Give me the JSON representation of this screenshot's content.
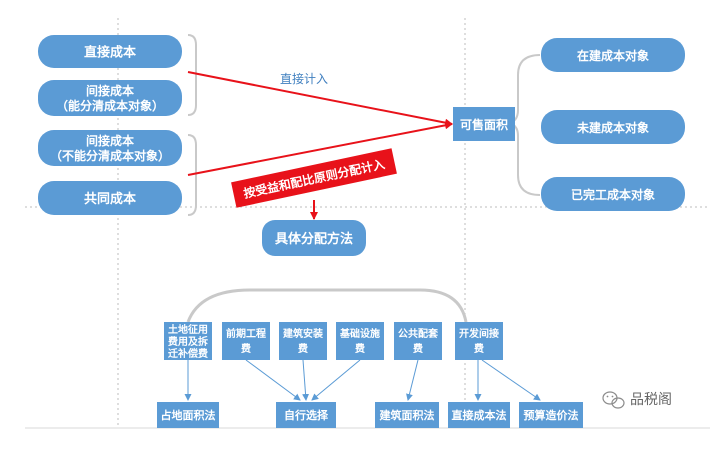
{
  "colors": {
    "node_fill": "#5b9bd5",
    "node_text": "#ffffff",
    "red": "#e8121a",
    "connector": "#5b9bd5",
    "bracket": "#c9c9c9",
    "guide": "#bdbdbd",
    "label_blue": "#3f7fbf"
  },
  "left": {
    "direct_cost": "直接成本",
    "indirect_divisible_line1": "间接成本",
    "indirect_divisible_line2": "（能分清成本对象）",
    "indirect_indivisible_line1": "间接成本",
    "indirect_indivisible_line2": "（不能分清成本对象）",
    "common_cost": "共同成本"
  },
  "center": {
    "saleable_area": "可售面积",
    "direct_include_label": "直接计入",
    "allocation_banner": "按受益和配比原则分配计入",
    "allocation_method": "具体分配方法"
  },
  "right": {
    "under_construction": "在建成本对象",
    "not_started": "未建成本对象",
    "completed": "已完工成本对象"
  },
  "cost_items": [
    {
      "line1": "土地征用",
      "line2": "费用及拆",
      "line3": "迁补偿费"
    },
    {
      "line1": "前期工程",
      "line2": "费"
    },
    {
      "line1": "建筑安装",
      "line2": "费"
    },
    {
      "line1": "基础设施",
      "line2": "费"
    },
    {
      "line1": "公共配套",
      "line2": "费"
    },
    {
      "line1": "开发间接",
      "line2": "费"
    }
  ],
  "methods": {
    "land_area": "占地面积法",
    "self_select": "自行选择",
    "building_area": "建筑面积法",
    "direct_cost": "直接成本法",
    "budget_cost": "预算造价法"
  },
  "watermark": {
    "icon": "wechat-icon",
    "text": "品税阁"
  }
}
